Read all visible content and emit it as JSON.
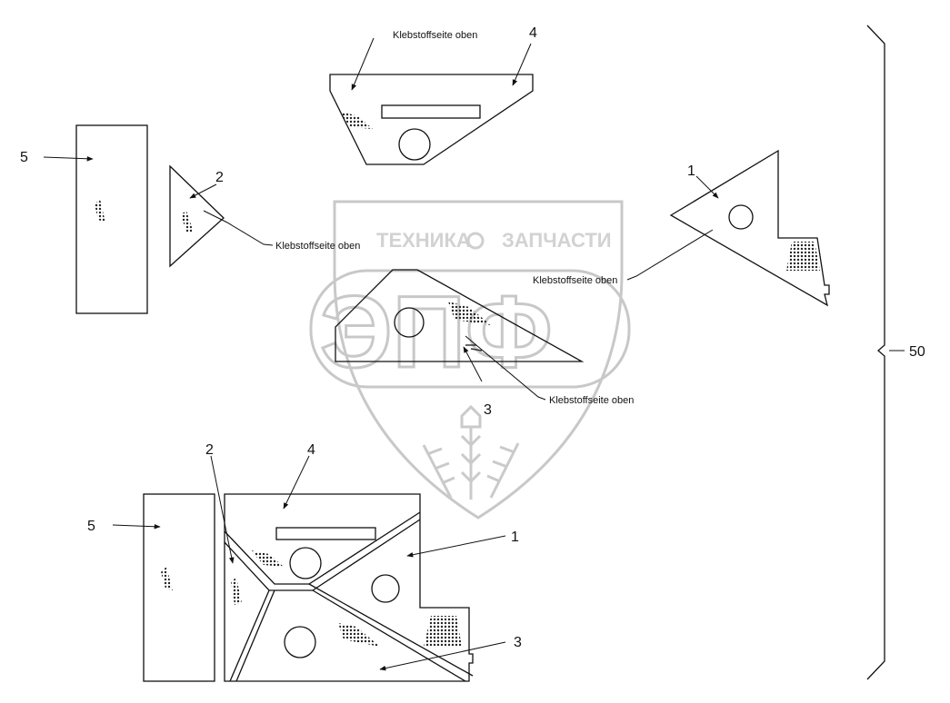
{
  "labels": {
    "adhesive_side_up": "Klebstoffseite oben",
    "part_1": "1",
    "part_2": "2",
    "part_3": "3",
    "part_4": "4",
    "part_5": "5",
    "assembly": "50"
  },
  "watermark": {
    "line1_left": "ТЕХНИКА",
    "line1_right": "ЗАПЧАСТИ",
    "big_letters": "ЭПФ"
  }
}
